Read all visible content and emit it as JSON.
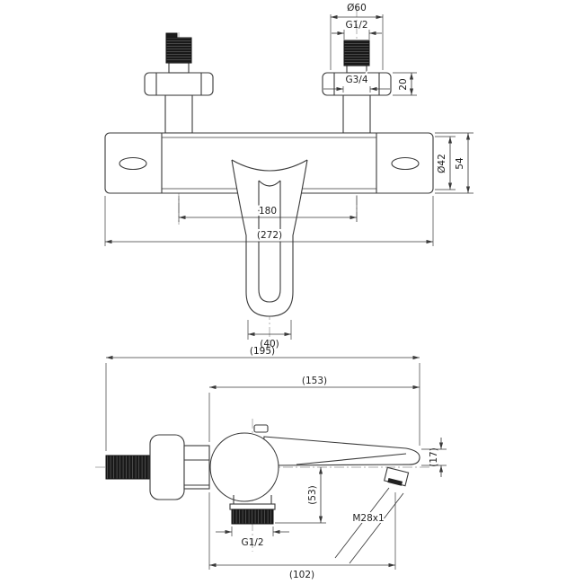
{
  "front_view": {
    "dims": {
      "dia_top": "Ø60",
      "thread_top": "G1/2",
      "thread_mid": "G3/4",
      "flange_height": "20",
      "body_dia": "Ø42",
      "body_height": "54",
      "centers": "180",
      "overall_width": "(272)",
      "spout_width": "(40)"
    }
  },
  "side_view": {
    "dims": {
      "overall_depth": "(195)",
      "body_depth": "(153)",
      "tip_height": "(17)",
      "outlet_drop": "(53)",
      "outlet_thread": "M28x1",
      "hose_thread": "G1/2",
      "outlet_distance": "(102)"
    }
  }
}
